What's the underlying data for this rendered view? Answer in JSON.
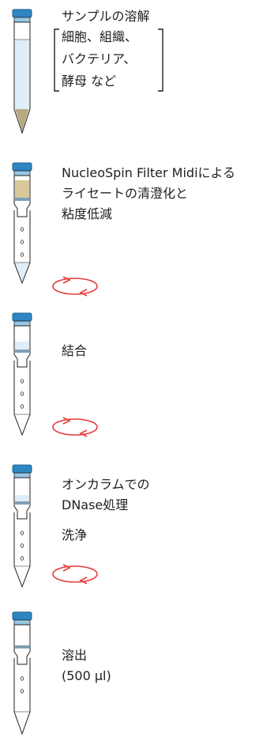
{
  "steps": [
    {
      "title": "サンプルの溶解",
      "bracket_lines": [
        "細胞、組織、",
        "バクテリア、",
        "酵母 など"
      ],
      "tube": "sample-tube"
    },
    {
      "title_lines": [
        "NucleoSpin Filter Midiによる",
        "ライセートの清澄化と",
        "粘度低減"
      ],
      "tube": "filter-column",
      "spin": true
    },
    {
      "title": "結合",
      "tube": "binding-column",
      "spin": true
    },
    {
      "title_lines": [
        "オンカラムでの",
        "DNase処理"
      ],
      "sub": "洗浄",
      "tube": "wash-column",
      "spin": true
    },
    {
      "title": "溶出",
      "sub": "(500 µl)",
      "tube": "elution-column"
    }
  ],
  "colors": {
    "cap": "#2e86c1",
    "cap_dark": "#1b5f8f",
    "liquid": "#dfeef8",
    "sample_pellet": "#b8a882",
    "filter_fill": "#d8c89a",
    "membrane": "#7f9fb5",
    "spin_arrow": "#e63a3a",
    "outline": "#231f20"
  },
  "icons": [
    "spin-arrow-icon"
  ]
}
